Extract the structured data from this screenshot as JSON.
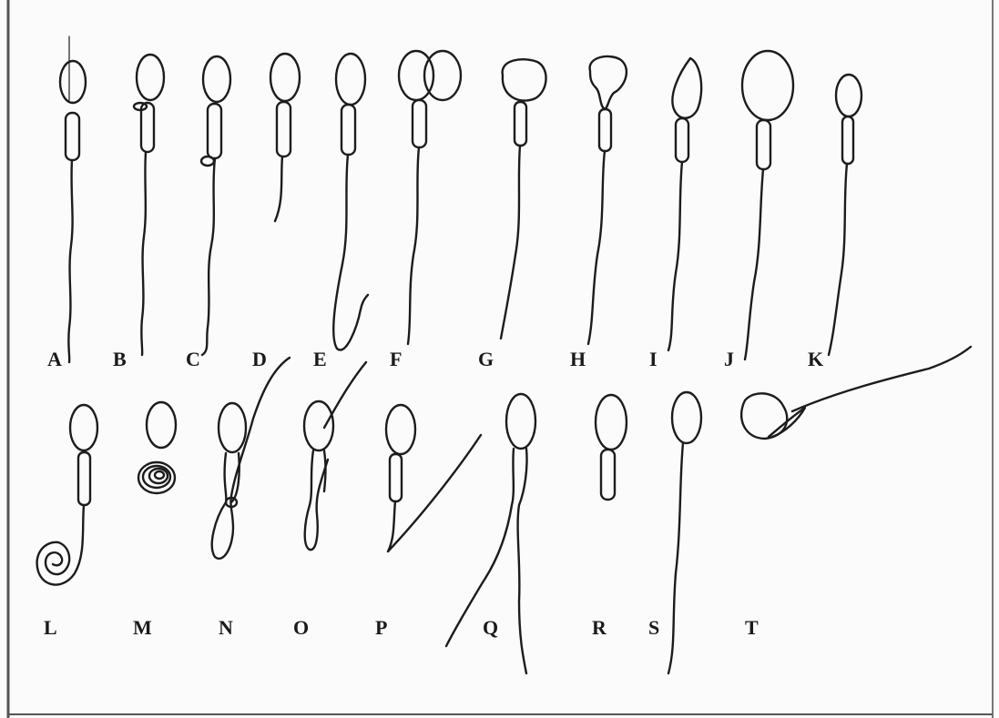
{
  "labels": {
    "A": "A",
    "B": "B",
    "C": "C",
    "D": "D",
    "E": "E",
    "F": "F",
    "G": "G",
    "H": "H",
    "I": "I",
    "J": "J",
    "K": "K",
    "L": "L",
    "M": "M",
    "N": "N",
    "O": "O",
    "P": "P",
    "Q": "Q",
    "R": "R",
    "S": "S",
    "T": "T"
  },
  "colors": {
    "ink": "#1c1c1c",
    "paper": "#fbfbfb",
    "border": "#555555"
  }
}
